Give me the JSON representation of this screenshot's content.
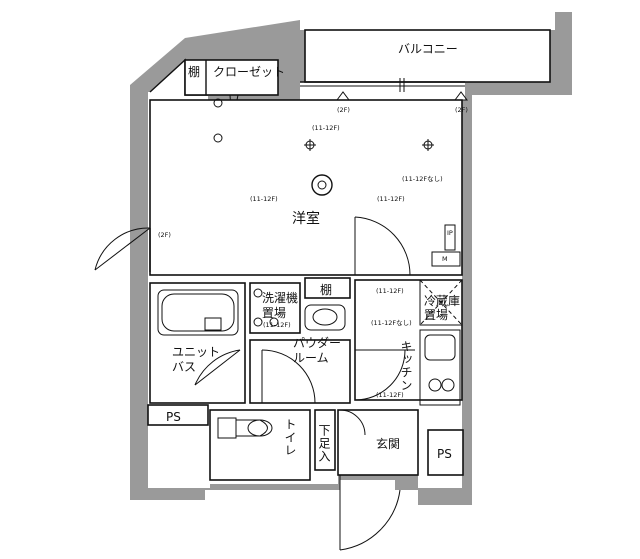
{
  "rooms": {
    "balcony": "バルコニー",
    "closet": "クローゼット",
    "shelf": "棚",
    "western_room": "洋室",
    "unit_bath": "ユニット\nバス",
    "powder_room": "パウダー\nルーム",
    "washer_space": "洗濯機\n置場",
    "kitchen": "キッチン",
    "fridge_space": "冷蔵庫\n置場",
    "toilet": "トイレ",
    "shoe_box": "下足入",
    "entrance": "玄関",
    "ps": "PS"
  },
  "notes": {
    "floor_2f": "(2F)",
    "floor_11_12f": "(11-12F)",
    "floor_11_12f_none": "(11-12Fなし)"
  },
  "panel": {
    "ip": "IP",
    "m": "M"
  },
  "icons": {
    "ceiling_light": "ceiling-light-icon",
    "aircon_sleeve": "aircon-sleeve-icon",
    "door_swing": "door-swing-icon"
  },
  "colors": {
    "wall": "#9a9a9a",
    "line": "#111111"
  }
}
